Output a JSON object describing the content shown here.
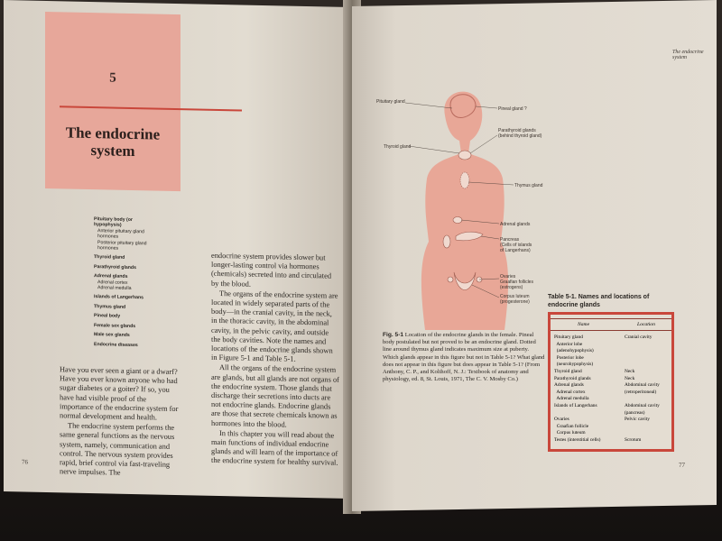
{
  "left_page": {
    "chapter_number": "5",
    "chapter_title_lines": [
      "The endocrine",
      "system"
    ],
    "toc": [
      {
        "text": "Pituitary body (or",
        "bold": true
      },
      {
        "text": "hypophysis)",
        "bold": true
      },
      {
        "text": "Anterior pituitary gland",
        "bold": false
      },
      {
        "text": "hormones",
        "bold": false
      },
      {
        "text": "Posterior pituitary gland",
        "bold": false
      },
      {
        "text": "hormones",
        "bold": false
      },
      {
        "text": "Thyroid gland",
        "bold": true,
        "gap": true
      },
      {
        "text": "Parathyroid glands",
        "bold": true,
        "gap": true
      },
      {
        "text": "Adrenal glands",
        "bold": true,
        "gap": true
      },
      {
        "text": "Adrenal cortex",
        "bold": false
      },
      {
        "text": "Adrenal medulla",
        "bold": false
      },
      {
        "text": "Islands of Langerhans",
        "bold": true,
        "gap": true
      },
      {
        "text": "Thymus gland",
        "bold": true,
        "gap": true
      },
      {
        "text": "Pineal body",
        "bold": true,
        "gap": true
      },
      {
        "text": "Female sex glands",
        "bold": true,
        "gap": true
      },
      {
        "text": "Male sex glands",
        "bold": true,
        "gap": true
      },
      {
        "text": "Endocrine diseases",
        "bold": true,
        "gap": true
      }
    ],
    "col1_paragraphs": [
      "Have you ever seen a giant or a dwarf? Have you ever known anyone who had sugar diabetes or a goiter? If so, you have had visible proof of the importance of the endocrine system for normal development and health.",
      "The endocrine system performs the same general functions as the nervous system, namely, communication and control. The nervous system provides rapid, brief control via fast-traveling nerve impulses. The"
    ],
    "col2_paragraphs": [
      "endocrine system provides slower but longer-lasting control via hormones (chemicals) secreted into and circulated by the blood.",
      "The organs of the endocrine system are located in widely separated parts of the body—in the cranial cavity, in the neck, in the thoracic cavity, in the abdominal cavity, in the pelvic cavity, and outside the body cavities. Note the names and locations of the endocrine glands shown in Figure 5-1 and Table 5-1.",
      "All the organs of the endocrine system are glands, but all glands are not organs of the endocrine system. Those glands that discharge their secretions into ducts are not endocrine glands. Endocrine glands are those that secrete chemicals known as hormones into the blood.",
      "In this chapter you will read about the main functions of individual endocrine glands and will learn of the importance of the endocrine system for healthy survival."
    ],
    "page_number": "76"
  },
  "right_page": {
    "running_head_lines": [
      "The endocrine",
      "system"
    ],
    "figure_labels": {
      "pituitary": "Pituitary gland",
      "pineal": "Pineal gland ?",
      "parathyroid": [
        "Parathyroid glands",
        "(behind thyroid gland)"
      ],
      "thyroid": "Thyroid gland",
      "thymus": "Thymus gland",
      "adrenal": "Adrenal glands",
      "pancreas": [
        "Pancreas",
        "(Cells of islands",
        "of Langerhans)"
      ],
      "ovaries": [
        "Ovaries",
        "Graafian follicles",
        "(estrogens)"
      ],
      "corpus": [
        "Corpus luteum",
        "(progesterone)"
      ]
    },
    "caption_label": "Fig. 5-1",
    "caption_text": "Location of the endocrine glands in the female. Pineal body postulated but not proved to be an endocrine gland. Dotted line around thymus gland indicates maximum size at puberty. Which glands appear in this figure but not in Table 5-1? What gland does not appear in this figure but does appear in Table 5-1? (From Anthony, C. P., and Kolthoff, N. J.: Textbook of anatomy and physiology, ed. 8, St. Louis, 1971, The C. V. Mosby Co.)",
    "table_title_lines": [
      "Table 5-1. Names and locations of",
      "endocrine glands"
    ],
    "table_headers": {
      "name": "Name",
      "location": "Location"
    },
    "table_rows": [
      {
        "name": "Pituitary gland",
        "location": "Cranial cavity"
      },
      {
        "name": "  Anterior lobe",
        "location": ""
      },
      {
        "name": "  (adenohypophysis)",
        "location": ""
      },
      {
        "name": "  Posterior lobe",
        "location": ""
      },
      {
        "name": "  (neurohypophysis)",
        "location": ""
      },
      {
        "name": "Thyroid gland",
        "location": "Neck"
      },
      {
        "name": "Parathyroid glands",
        "location": "Neck"
      },
      {
        "name": "Adrenal glands",
        "location": "Abdominal cavity"
      },
      {
        "name": "  Adrenal cortex",
        "location": "(retroperitoneal)"
      },
      {
        "name": "  Adrenal medulla",
        "location": ""
      },
      {
        "name": "Islands of Langerhans",
        "location": "Abdominal cavity"
      },
      {
        "name": "",
        "location": "(pancreas)"
      },
      {
        "name": "Ovaries",
        "location": "Pelvic cavity"
      },
      {
        "name": "  Graafian follicle",
        "location": ""
      },
      {
        "name": "  Corpus luteum",
        "location": ""
      },
      {
        "name": "Testes (interstitial cells)",
        "location": "Scrotum"
      }
    ],
    "page_number": "77"
  },
  "colors": {
    "chapter_block": "#e7a79a",
    "accent_red": "#c9473b",
    "body_figure": "#e8a797"
  }
}
